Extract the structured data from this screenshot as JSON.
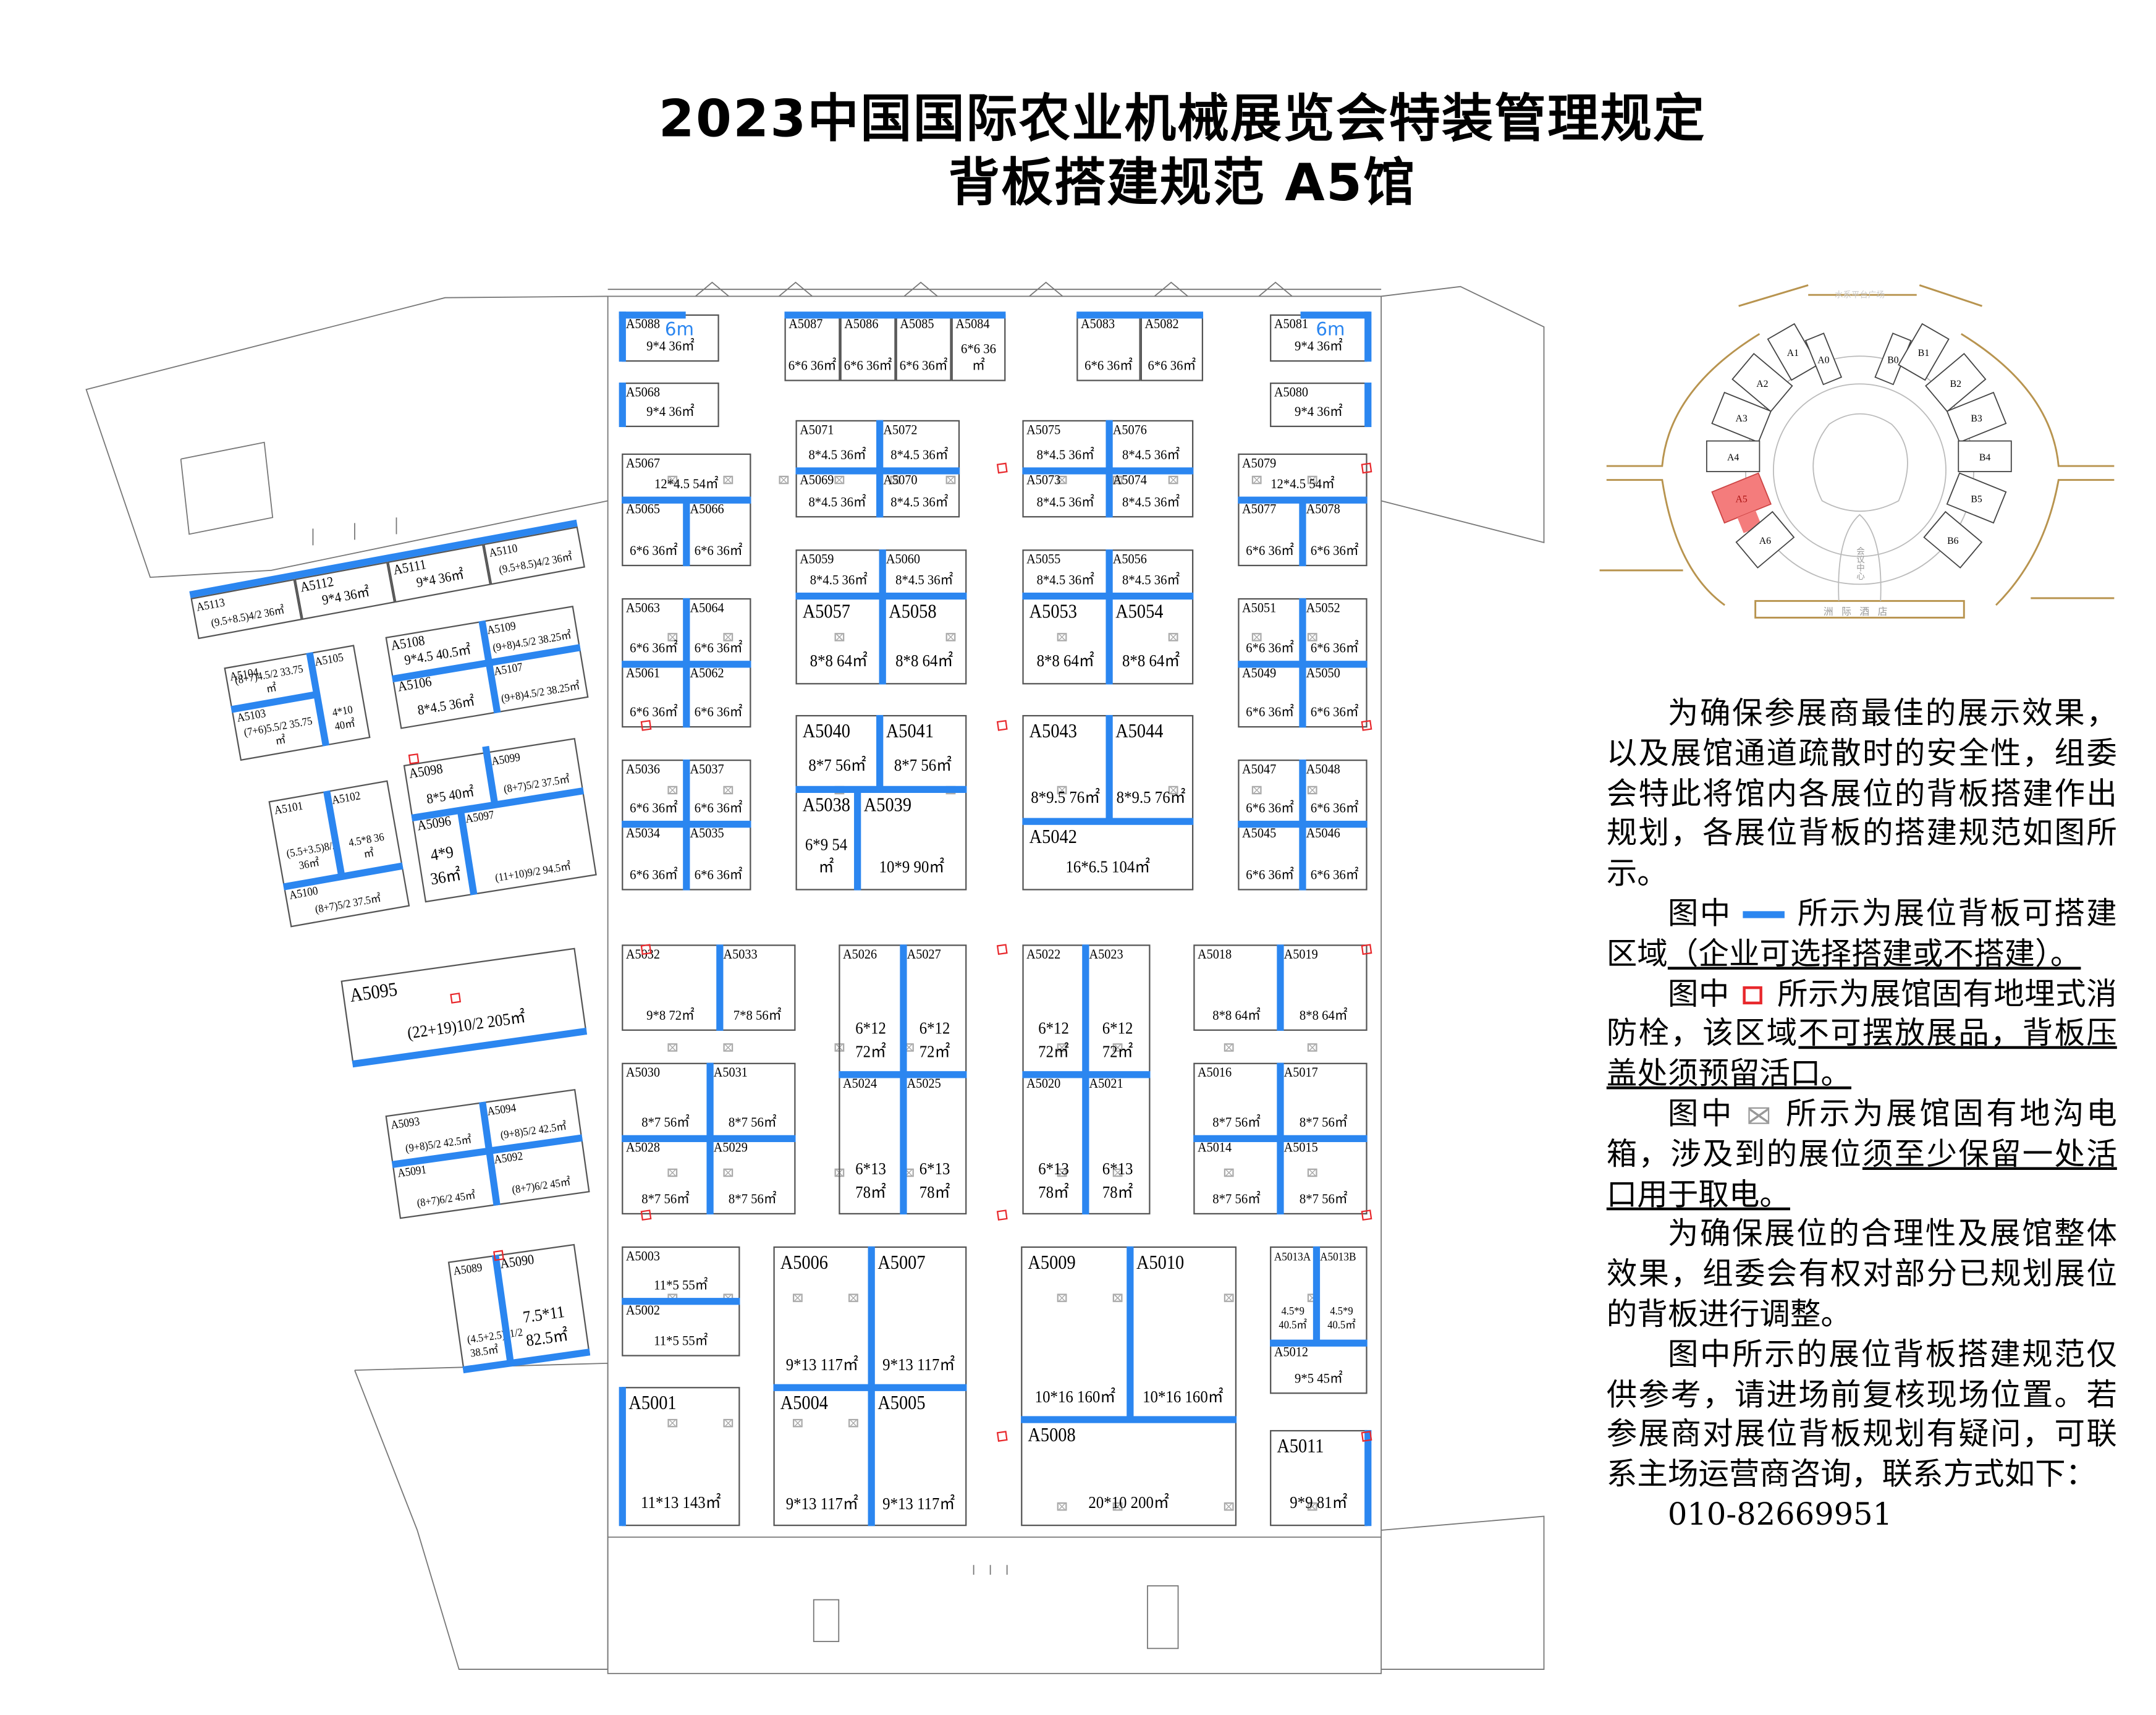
{
  "title": {
    "line1": "2023中国国际农业机械展览会特装管理规定",
    "line2": "背板搭建规范 A5馆"
  },
  "labels": {
    "six_m_left": "6m",
    "six_m_right": "6m"
  },
  "booths": {
    "A5088": {
      "id": "A5088",
      "size": "9*4 36㎡"
    },
    "A5087": {
      "id": "A5087",
      "size": "6*6 36㎡"
    },
    "A5086": {
      "id": "A5086",
      "size": "6*6 36㎡"
    },
    "A5085": {
      "id": "A5085",
      "size": "6*6 36㎡"
    },
    "A5084": {
      "id": "A5084",
      "size": "6*6 36㎡"
    },
    "A5083": {
      "id": "A5083",
      "size": "6*6 36㎡"
    },
    "A5082": {
      "id": "A5082",
      "size": "6*6 36㎡"
    },
    "A5081": {
      "id": "A5081",
      "size": "9*4 36㎡"
    },
    "A5068": {
      "id": "A5068",
      "size": "9*4 36㎡"
    },
    "A5080": {
      "id": "A5080",
      "size": "9*4 36㎡"
    },
    "A5071": {
      "id": "A5071",
      "size": "8*4.5 36㎡"
    },
    "A5072": {
      "id": "A5072",
      "size": "8*4.5 36㎡"
    },
    "A5069": {
      "id": "A5069",
      "size": "8*4.5 36㎡"
    },
    "A5070": {
      "id": "A5070",
      "size": "8*4.5 36㎡"
    },
    "A5075": {
      "id": "A5075",
      "size": "8*4.5 36㎡"
    },
    "A5076": {
      "id": "A5076",
      "size": "8*4.5 36㎡"
    },
    "A5073": {
      "id": "A5073",
      "size": "8*4.5 36㎡"
    },
    "A5074": {
      "id": "A5074",
      "size": "8*4.5 36㎡"
    },
    "A5067": {
      "id": "A5067",
      "size": "12*4.5 54㎡"
    },
    "A5065": {
      "id": "A5065",
      "size": "6*6 36㎡"
    },
    "A5066": {
      "id": "A5066",
      "size": "6*6 36㎡"
    },
    "A5079": {
      "id": "A5079",
      "size": "12*4.5 54㎡"
    },
    "A5077": {
      "id": "A5077",
      "size": "6*6 36㎡"
    },
    "A5078": {
      "id": "A5078",
      "size": "6*6 36㎡"
    },
    "A5059": {
      "id": "A5059",
      "size": "8*4.5 36㎡"
    },
    "A5060": {
      "id": "A5060",
      "size": "8*4.5 36㎡"
    },
    "A5057": {
      "id": "A5057",
      "size": "8*8 64㎡"
    },
    "A5058": {
      "id": "A5058",
      "size": "8*8 64㎡"
    },
    "A5055": {
      "id": "A5055",
      "size": "8*4.5 36㎡"
    },
    "A5056": {
      "id": "A5056",
      "size": "8*4.5 36㎡"
    },
    "A5053": {
      "id": "A5053",
      "size": "8*8 64㎡"
    },
    "A5054": {
      "id": "A5054",
      "size": "8*8 64㎡"
    },
    "A5063": {
      "id": "A5063",
      "size": "6*6 36㎡"
    },
    "A5064": {
      "id": "A5064",
      "size": "6*6 36㎡"
    },
    "A5061": {
      "id": "A5061",
      "size": "6*6 36㎡"
    },
    "A5062": {
      "id": "A5062",
      "size": "6*6 36㎡"
    },
    "A5051": {
      "id": "A5051",
      "size": "6*6 36㎡"
    },
    "A5052": {
      "id": "A5052",
      "size": "6*6 36㎡"
    },
    "A5049": {
      "id": "A5049",
      "size": "6*6 36㎡"
    },
    "A5050": {
      "id": "A5050",
      "size": "6*6 36㎡"
    },
    "A5040": {
      "id": "A5040",
      "size": "8*7 56㎡"
    },
    "A5041": {
      "id": "A5041",
      "size": "8*7 56㎡"
    },
    "A5038": {
      "id": "A5038",
      "size": "6*9 54㎡"
    },
    "A5039": {
      "id": "A5039",
      "size": "10*9 90㎡"
    },
    "A5043": {
      "id": "A5043",
      "size": "8*9.5 76㎡"
    },
    "A5044": {
      "id": "A5044",
      "size": "8*9.5 76㎡"
    },
    "A5042": {
      "id": "A5042",
      "size": "16*6.5 104㎡"
    },
    "A5036": {
      "id": "A5036",
      "size": "6*6 36㎡"
    },
    "A5037": {
      "id": "A5037",
      "size": "6*6 36㎡"
    },
    "A5034": {
      "id": "A5034",
      "size": "6*6 36㎡"
    },
    "A5035": {
      "id": "A5035",
      "size": "6*6 36㎡"
    },
    "A5047": {
      "id": "A5047",
      "size": "6*6 36㎡"
    },
    "A5048": {
      "id": "A5048",
      "size": "6*6 36㎡"
    },
    "A5045": {
      "id": "A5045",
      "size": "6*6 36㎡"
    },
    "A5046": {
      "id": "A5046",
      "size": "6*6 36㎡"
    },
    "A5032": {
      "id": "A5032",
      "size": "9*8 72㎡"
    },
    "A5033": {
      "id": "A5033",
      "size": "7*8 56㎡"
    },
    "A5026": {
      "id": "A5026",
      "size": "6*12 72㎡"
    },
    "A5027": {
      "id": "A5027",
      "size": "6*12 72㎡"
    },
    "A5024": {
      "id": "A5024",
      "size": "6*13 78㎡"
    },
    "A5025": {
      "id": "A5025",
      "size": "6*13 78㎡"
    },
    "A5022": {
      "id": "A5022",
      "size": "6*12 72㎡"
    },
    "A5023": {
      "id": "A5023",
      "size": "6*12 72㎡"
    },
    "A5020": {
      "id": "A5020",
      "size": "6*13 78㎡"
    },
    "A5021": {
      "id": "A5021",
      "size": "6*13 78㎡"
    },
    "A5018": {
      "id": "A5018",
      "size": "8*8 64㎡"
    },
    "A5019": {
      "id": "A5019",
      "size": "8*8 64㎡"
    },
    "A5030": {
      "id": "A5030",
      "size": "8*7 56㎡"
    },
    "A5031": {
      "id": "A5031",
      "size": "8*7 56㎡"
    },
    "A5028": {
      "id": "A5028",
      "size": "8*7 56㎡"
    },
    "A5029": {
      "id": "A5029",
      "size": "8*7 56㎡"
    },
    "A5016": {
      "id": "A5016",
      "size": "8*7 56㎡"
    },
    "A5017": {
      "id": "A5017",
      "size": "8*7 56㎡"
    },
    "A5014": {
      "id": "A5014",
      "size": "8*7 56㎡"
    },
    "A5015": {
      "id": "A5015",
      "size": "8*7 56㎡"
    },
    "A5003": {
      "id": "A5003",
      "size": "11*5 55㎡"
    },
    "A5002": {
      "id": "A5002",
      "size": "11*5 55㎡"
    },
    "A5006": {
      "id": "A5006",
      "size": "9*13 117㎡"
    },
    "A5007": {
      "id": "A5007",
      "size": "9*13 117㎡"
    },
    "A5004": {
      "id": "A5004",
      "size": "9*13 117㎡"
    },
    "A5005": {
      "id": "A5005",
      "size": "9*13 117㎡"
    },
    "A5009": {
      "id": "A5009",
      "size": "10*16 160㎡"
    },
    "A5010": {
      "id": "A5010",
      "size": "10*16 160㎡"
    },
    "A5008": {
      "id": "A5008",
      "size": "20*10 200㎡"
    },
    "A5013A": {
      "id": "A5013A",
      "size": "4.5*9 40.5㎡"
    },
    "A5013B": {
      "id": "A5013B",
      "size": "4.5*9 40.5㎡"
    },
    "A5012": {
      "id": "A5012",
      "size": "9*5 45㎡"
    },
    "A5001": {
      "id": "A5001",
      "size": "11*13 143㎡"
    },
    "A5011": {
      "id": "A5011",
      "size": "9*9 81㎡"
    },
    "A5113": {
      "id": "A5113",
      "size": "(9.5+8.5)4/2 36㎡"
    },
    "A5112": {
      "id": "A5112",
      "size": "9*4 36㎡"
    },
    "A5111": {
      "id": "A5111",
      "size": "9*4 36㎡"
    },
    "A5110": {
      "id": "A5110",
      "size": "(9.5+8.5)4/2 36㎡"
    },
    "A5104": {
      "id": "A5104",
      "size": "(8+7)4.5/2 33.75㎡"
    },
    "A5103": {
      "id": "A5103",
      "size": "(7+6)5.5/2 35.75㎡"
    },
    "A5105": {
      "id": "A5105",
      "size": "4*10 40㎡"
    },
    "A5108": {
      "id": "A5108",
      "size": "9*4.5 40.5㎡"
    },
    "A5109": {
      "id": "A5109",
      "size": "(9+8)4.5/2 38.25㎡"
    },
    "A5106": {
      "id": "A5106",
      "size": "8*4.5 36㎡"
    },
    "A5107": {
      "id": "A5107",
      "size": "(9+8)4.5/2 38.25㎡"
    },
    "A5101": {
      "id": "A5101",
      "size": "(5.5+3.5)8/2 36㎡"
    },
    "A5102": {
      "id": "A5102",
      "size": "4.5*8 36㎡"
    },
    "A5100": {
      "id": "A5100",
      "size": "(8+7)5/2 37.5㎡"
    },
    "A5098": {
      "id": "A5098",
      "size": "8*5 40㎡"
    },
    "A5099": {
      "id": "A5099",
      "size": "(8+7)5/2 37.5㎡"
    },
    "A5096": {
      "id": "A5096",
      "size": "4*9 36㎡"
    },
    "A5097": {
      "id": "A5097",
      "size": "(11+10)9/2 94.5㎡"
    },
    "A5095": {
      "id": "A5095",
      "size": "(22+19)10/2 205㎡"
    },
    "A5093": {
      "id": "A5093",
      "size": "(9+8)5/2 42.5㎡"
    },
    "A5094": {
      "id": "A5094",
      "size": "(9+8)5/2 42.5㎡"
    },
    "A5091": {
      "id": "A5091",
      "size": "(8+7)6/2 45㎡"
    },
    "A5092": {
      "id": "A5092",
      "size": "(8+7)6/2 45㎡"
    },
    "A5089": {
      "id": "A5089",
      "size": "(4.5+2.5)11/2 38.5㎡"
    },
    "A5090": {
      "id": "A5090",
      "size": "7.5*11 82.5㎡"
    }
  },
  "notes": {
    "p1": "为确保参展商最佳的展示效果，以及展馆通道疏散时的安全性，组委会特此将馆内各展位的背板搭建作出规划，各展位背板的搭建规范如图所示。",
    "p2_prefix": "图中",
    "p2_text": "所示为展位背板可搭建区域",
    "p2_underline": "（企业可选择搭建或不搭建）。",
    "p3_prefix": "图中",
    "p3_text": "所示为展馆固有地埋式消防栓，该区域",
    "p3_underline": "不可摆放展品，背板压盖处须预留活口。",
    "p4_prefix": "图中",
    "p4_text": "所示为展馆固有地沟电箱，涉及到的展位",
    "p4_underline": "须至少保留一处活口用于取电。",
    "p5": "为确保展位的合理性及展馆整体效果，组委会有权对部分已规划展位的背板进行调整。",
    "p6": "图中所示的展位背板搭建规范仅供参考，请进场前复核现场位置。若参展商对展位背板规划有疑问，可联系主场运营商咨询，联系方式如下：",
    "phone": "010-82669951"
  },
  "locator": {
    "plaza": "水系平台广场",
    "hotel": "洲际酒店",
    "center": "会议中心",
    "halls": {
      "A0": "A0",
      "A1": "A1",
      "A2": "A2",
      "A3": "A3",
      "A4": "A4",
      "A5": "A5",
      "A6": "A6",
      "B0": "B0",
      "B1": "B1",
      "B2": "B2",
      "B3": "B3",
      "B4": "B4",
      "B5": "B5",
      "B6": "B6"
    },
    "highlighted": "A5"
  },
  "colors": {
    "backboard": "#2b86f0",
    "hydrant": "#e8282c",
    "highlight": "#f47c7c",
    "road": "#b8944f"
  }
}
